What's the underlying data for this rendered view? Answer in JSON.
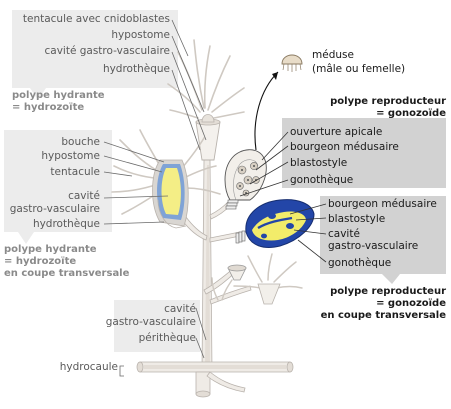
{
  "colors": {
    "stalk": "#efebe6",
    "stalk_edge": "#b9b3ad",
    "label_box_light": "#e8e8e8",
    "label_box_dark": "#cfcfcf",
    "gonozoid_blue": "#2346a8",
    "gonozoid_yellow": "#f2ec6a"
  },
  "polype_hydrante": {
    "labels": [
      "tentacule avec cnidoblastes",
      "hypostome",
      "cavité gastro-vasculaire",
      "hydrothèque"
    ],
    "title_line1": "polype hydrante",
    "title_line2": "= hydrozoïte"
  },
  "polype_coupe": {
    "labels": [
      "bouche",
      "hypostome",
      "tentacule",
      "cavité",
      "gastro-vasculaire",
      "hydrothèque"
    ],
    "title_line1": "polype hydrante",
    "title_line2": "= hydrozoïte",
    "title_line3": "en coupe transversale"
  },
  "meduse": {
    "line1": "méduse",
    "line2": "(mâle ou femelle)"
  },
  "polype_reproducteur": {
    "title_line1": "polype reproducteur",
    "title_line2": "= gonozoïde",
    "labels": [
      "ouverture apicale",
      "bourgeon médusaire",
      "blastostyle",
      "gonothèque"
    ]
  },
  "gonozoide_coupe": {
    "labels": [
      "bourgeon médusaire",
      "blastostyle",
      "cavité",
      "gastro-vasculaire",
      "gonothèque"
    ],
    "title_line1": "polype reproducteur",
    "title_line2": "= gonozoïde",
    "title_line3": "en coupe transversale"
  },
  "stolon": {
    "labels": [
      "cavité",
      "gastro-vasculaire",
      "périthèque",
      "hydrocaule"
    ]
  }
}
